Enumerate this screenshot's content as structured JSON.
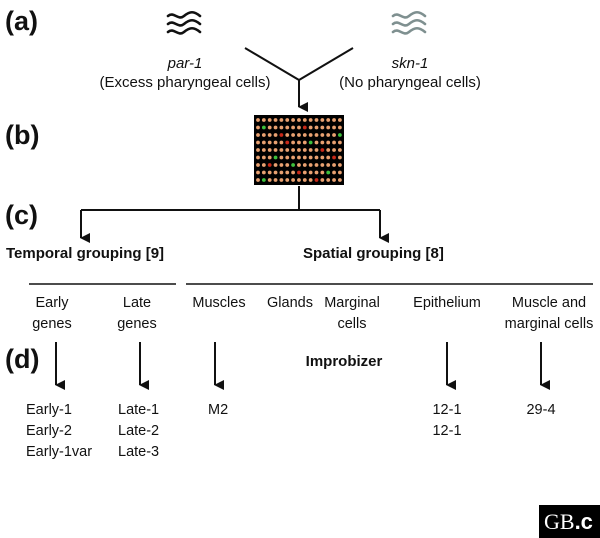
{
  "panels": {
    "a": "(a)",
    "b": "(b)",
    "c": "(c)",
    "d": "(d)"
  },
  "mutants": [
    {
      "name": "par-1",
      "desc": "(Excess pharyngeal cells)",
      "worm_color": "#111111"
    },
    {
      "name": "skn-1",
      "desc": "(No pharyngeal cells)",
      "worm_color": "#7f9090"
    }
  ],
  "groupings": {
    "temporal": "Temporal grouping [9]",
    "spatial": "Spatial grouping [8]"
  },
  "temporal_groups": [
    {
      "line1": "Early",
      "line2": "genes",
      "results": [
        "Early-1",
        "Early-2",
        "Early-1var"
      ]
    },
    {
      "line1": "Late",
      "line2": "genes",
      "results": [
        "Late-1",
        "Late-2",
        "Late-3"
      ]
    }
  ],
  "spatial_groups": [
    {
      "line1": "Muscles",
      "line2": "",
      "results": [
        "M2"
      ]
    },
    {
      "line1": "Glands",
      "line2": "",
      "results": []
    },
    {
      "line1": "Marginal",
      "line2": "cells",
      "results": []
    },
    {
      "line1": "Epithelium",
      "line2": "",
      "results": [
        "12-1",
        "12-1"
      ]
    },
    {
      "line1": "Muscle and",
      "line2": "marginal cells",
      "results": [
        "29-4"
      ]
    }
  ],
  "method": "Improbizer",
  "logo": {
    "part1": "GB",
    "part2": ".c"
  },
  "microarray_colors": {
    "background": "#000000",
    "spot": "#e8a070",
    "green": "#3cbf3c",
    "red": "#c82818"
  }
}
